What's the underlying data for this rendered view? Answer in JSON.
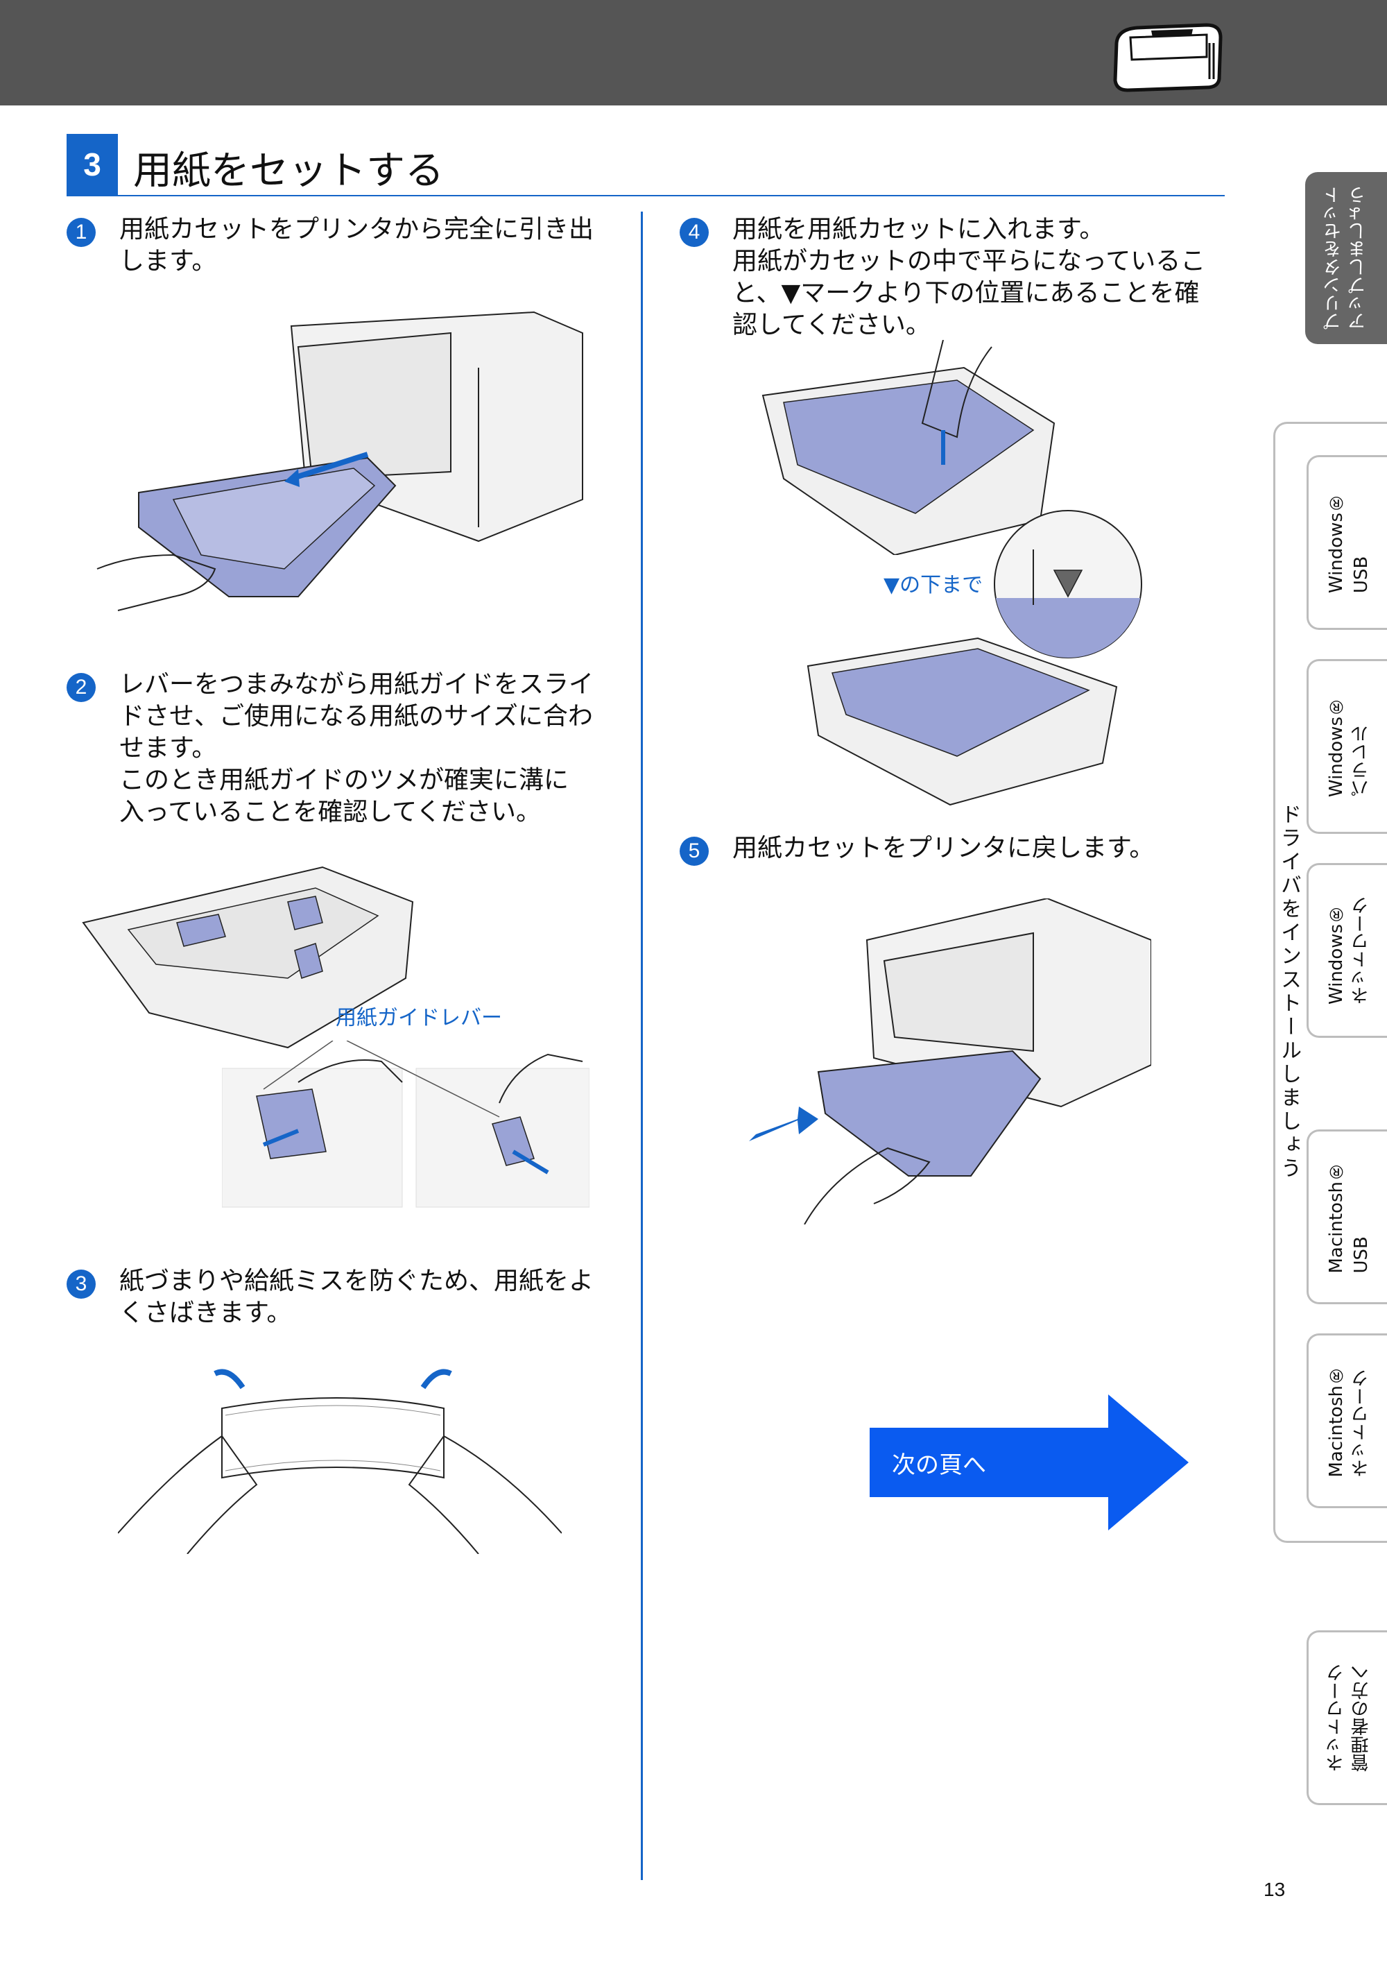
{
  "header": {
    "icon": "printer-icon"
  },
  "section": {
    "number": "3",
    "title": "用紙をセットする"
  },
  "steps": [
    {
      "num": "1",
      "text": "用紙カセットをプリンタから完全に引き出\nします。"
    },
    {
      "num": "2",
      "text": "レバーをつまみながら用紙ガイドをスライ\nドさせ、ご使用になる用紙のサイズに合わ\nせます。\nこのとき用紙ガイドのツメが確実に溝に\n入っていることを確認してください。"
    },
    {
      "num": "3",
      "text": "紙づまりや給紙ミスを防ぐため、用紙をよ\nくさばきます。"
    },
    {
      "num": "4",
      "text": "用紙を用紙カセットに入れます。\n用紙がカセットの中で平らになっているこ\nと、▼マークより下の位置にあることを確\n認してください。"
    },
    {
      "num": "5",
      "text": "用紙カセットをプリンタに戻します。"
    }
  ],
  "captions": {
    "guide_lever": "用紙ガイドレバー",
    "mark_below": "▼の下まで"
  },
  "next_page": {
    "label": "次の頁へ"
  },
  "side_tabs": {
    "active": "プリンタをセット\nアップしましょう",
    "driver_group": "ドライバをインストールしましょう",
    "win_usb": "Windows®\nUSB",
    "win_parallel": "Windows®\nパラレル",
    "win_network": "Windows®\nネットワーク",
    "mac_usb": "Macintosh®\nUSB",
    "mac_network": "Macintosh®\nネットワーク",
    "admin": "ネットワーク\n管理者の方へ"
  },
  "page_number": "13",
  "colors": {
    "accent": "#1565c8",
    "topbar": "#555555",
    "tray": "#9aa3d6"
  }
}
